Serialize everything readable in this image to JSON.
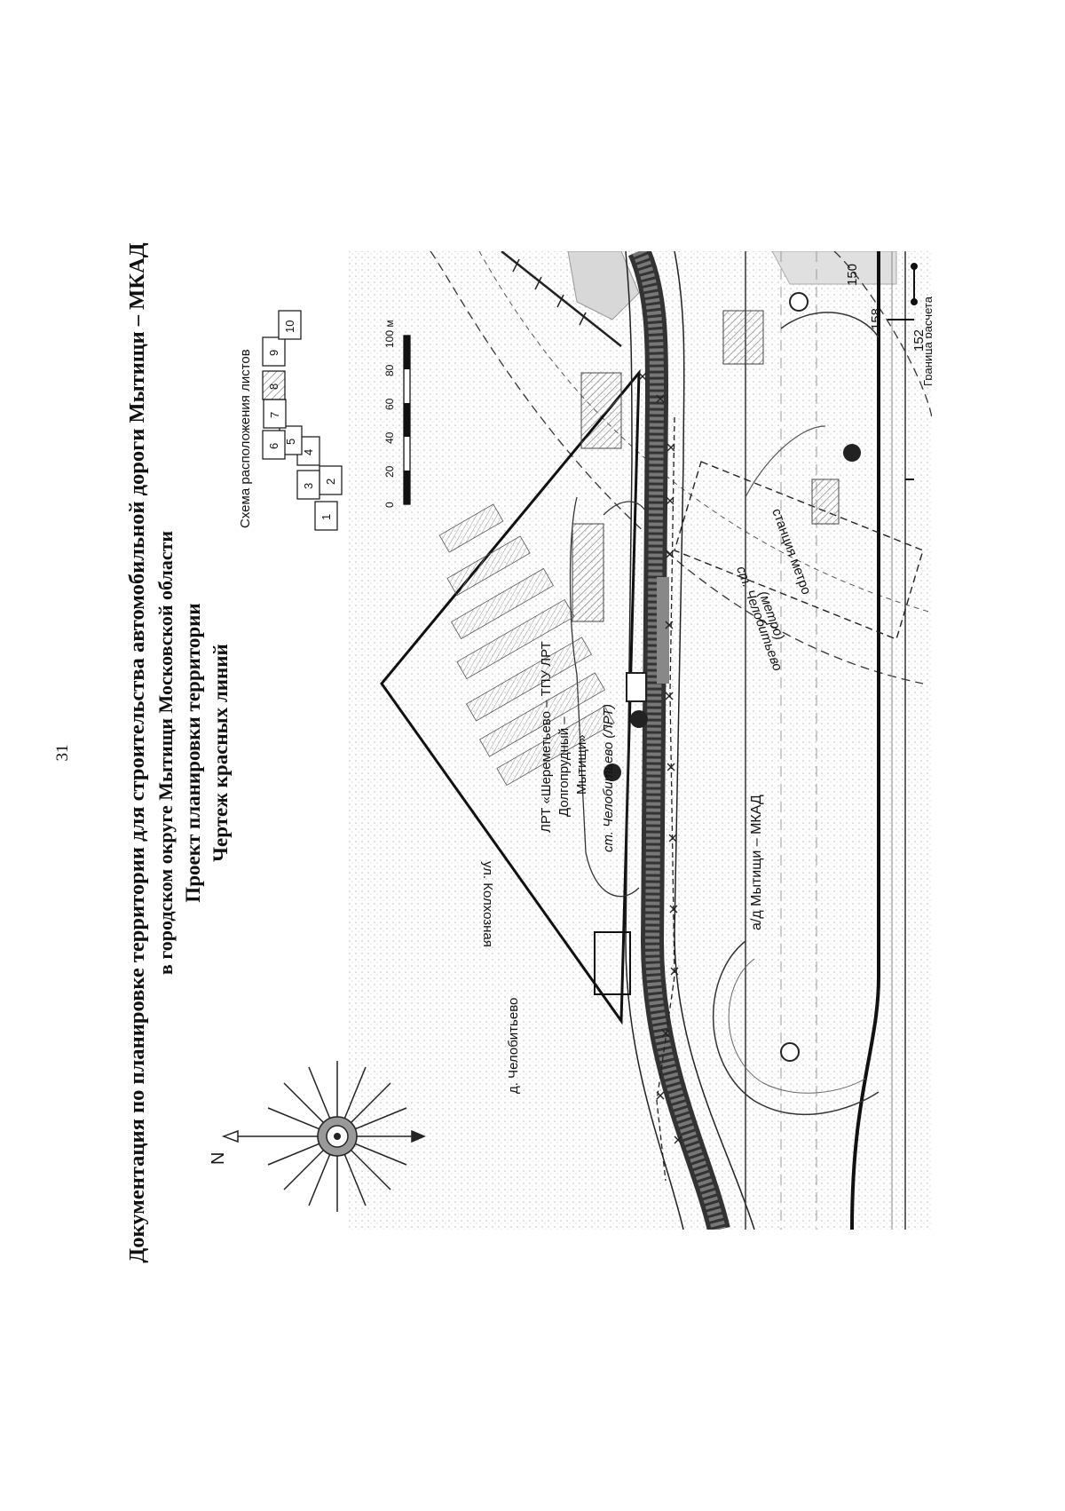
{
  "page_number": "31",
  "title": {
    "line1": "Документация по планировке территории для строительства автомобильной дороги Мытищи – МКАД",
    "line2": "в городском округе Мытищи Московской области",
    "line3": "Проект планировки территории",
    "line4": "Чертеж красных линий"
  },
  "map": {
    "village_label": "д. Челобитьево",
    "street_label": "ул. Колхозная",
    "lrt_label_1": "ЛРТ «Шереметьево – ТПУ ЛРТ",
    "lrt_label_2": "Долгопрудный –",
    "lrt_label_3": "Мытищи»",
    "station_lrt_label": "ст. Челобитьево (ЛРТ)",
    "station_metro_label_1": "ст. Челобитьево",
    "station_metro_label_2": "(метро)",
    "metro_label": "станция метро",
    "road_label": "а/д Мытищи – МКАД",
    "boundary_label": "Граница расчета",
    "north_label": "N",
    "point_labels": [
      "150",
      "158",
      "152"
    ]
  },
  "sheet_scheme": {
    "title": "Схема расположения листов",
    "sheets": [
      "1",
      "2",
      "3",
      "4",
      "5",
      "6",
      "7",
      "8",
      "9",
      "10"
    ],
    "current_sheet": "8"
  },
  "scale_bar": {
    "ticks": [
      "0",
      "20",
      "40",
      "60",
      "80",
      "100 м"
    ]
  },
  "colors": {
    "ink": "#111111",
    "road_dark": "#3a3a3a",
    "hatch_gray": "#8a8a8a",
    "paper": "#ffffff"
  }
}
